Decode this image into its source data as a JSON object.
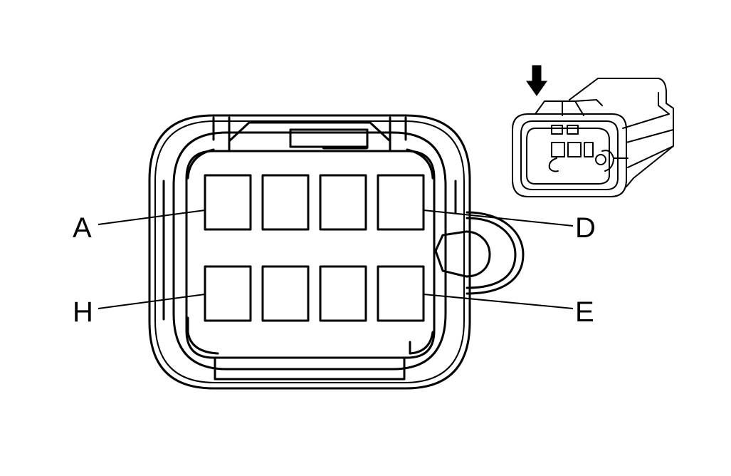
{
  "diagram": {
    "pin_labels": {
      "A": "A",
      "D": "D",
      "E": "E",
      "H": "H"
    },
    "cavity_count": 8,
    "icons": [
      "connector-face-view",
      "connector-thumbnail",
      "direction-arrow-icon"
    ]
  }
}
